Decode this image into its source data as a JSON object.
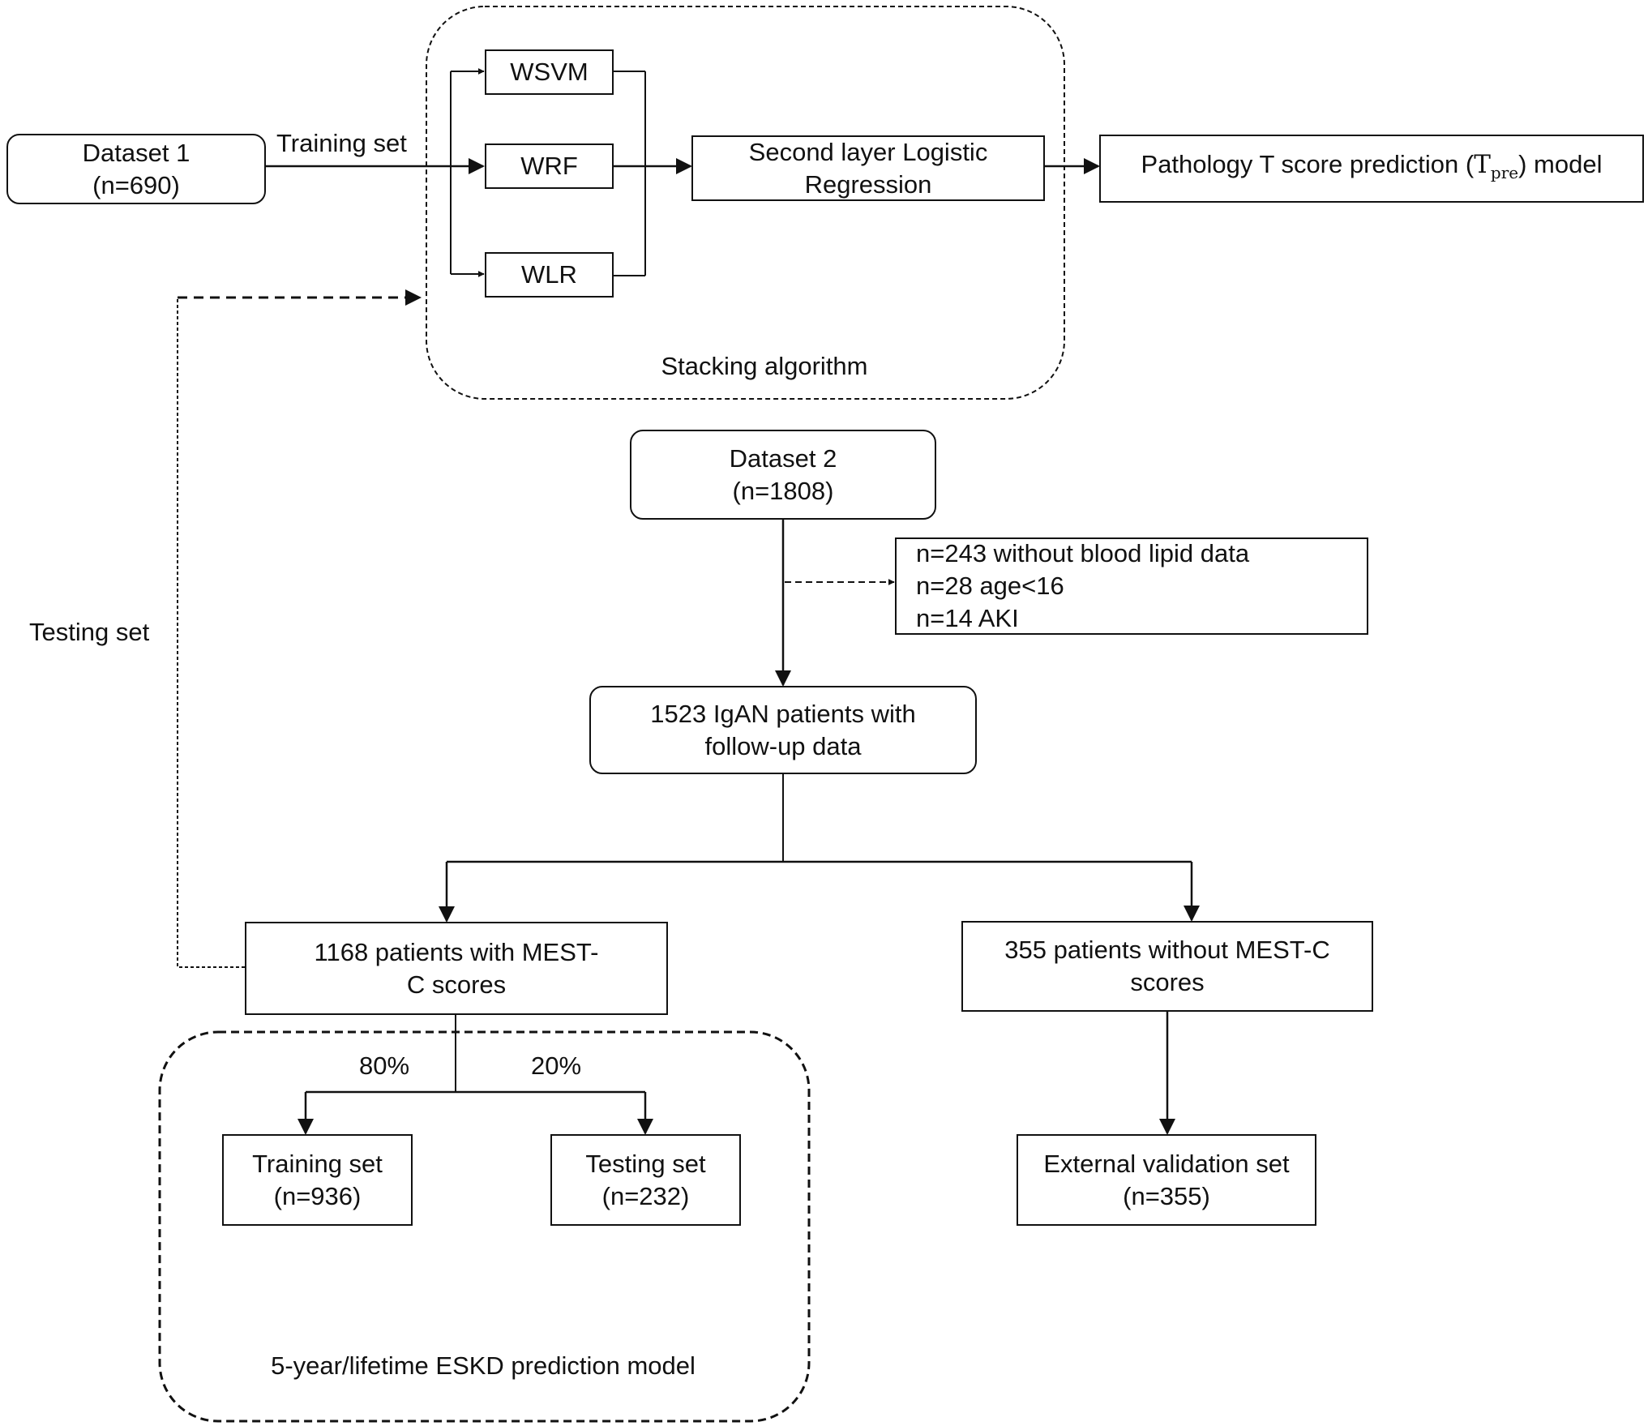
{
  "stacking": {
    "dataset1_title": "Dataset 1",
    "dataset1_n": "(n=690)",
    "training_label": "Training set",
    "models": [
      "WSVM",
      "WRF",
      "WLR"
    ],
    "second_layer_line1": "Second layer Logistic",
    "second_layer_line2": "Regression",
    "group_label": "Stacking algorithm",
    "output_prefix": "Pathology T score prediction (",
    "output_symbol": "T",
    "output_subscript": "pre",
    "output_suffix": ") model"
  },
  "testing_link_label": "Testing set",
  "dataset2": {
    "title": "Dataset 2",
    "n": "(n=1808)"
  },
  "exclusions": [
    "n=243 without blood lipid data",
    "n=28 age<16",
    "n=14 AKI"
  ],
  "igan": {
    "line1": "1523 IgAN patients with",
    "line2": "follow-up data"
  },
  "with_mest": {
    "line1": "1168 patients with MEST-",
    "line2": "C scores"
  },
  "without_mest": {
    "line1": "355 patients without MEST-C",
    "line2": "scores"
  },
  "split": {
    "train_pct": "80%",
    "test_pct": "20%",
    "train_title": "Training set",
    "train_n": "(n=936)",
    "test_title": "Testing set",
    "test_n": "(n=232)",
    "group_label": "5-year/lifetime ESKD prediction model"
  },
  "external": {
    "title": "External validation set",
    "n": "(n=355)"
  }
}
